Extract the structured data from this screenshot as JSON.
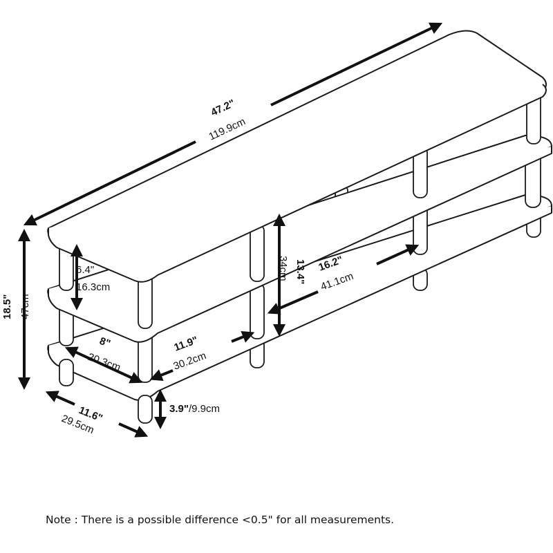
{
  "dimensions": {
    "total_width_in": "47.2\"",
    "total_width_cm": "119.9cm",
    "total_height_in": "18.5\"",
    "total_height_cm": "47cm",
    "side_gap_in": "6.4\"",
    "side_gap_cm": "16.3cm",
    "side_depth_in": "8\"",
    "side_depth_cm": "20.3cm",
    "side_width_in": "11.9\"",
    "side_width_cm": "30.2cm",
    "center_height_in": "13.4\"",
    "center_height_cm": "34cm",
    "center_width_in": "16.2\"",
    "center_width_cm": "41.1cm",
    "depth_in": "11.6\"",
    "depth_cm": "29.5cm",
    "leg_height_in": "3.9\"",
    "leg_height_cm": "/9.9cm"
  },
  "note": "Note : There is a possible difference <0.5\" for all measurements.",
  "colors": {
    "line": "#1a1a1a",
    "background": "#ffffff"
  }
}
